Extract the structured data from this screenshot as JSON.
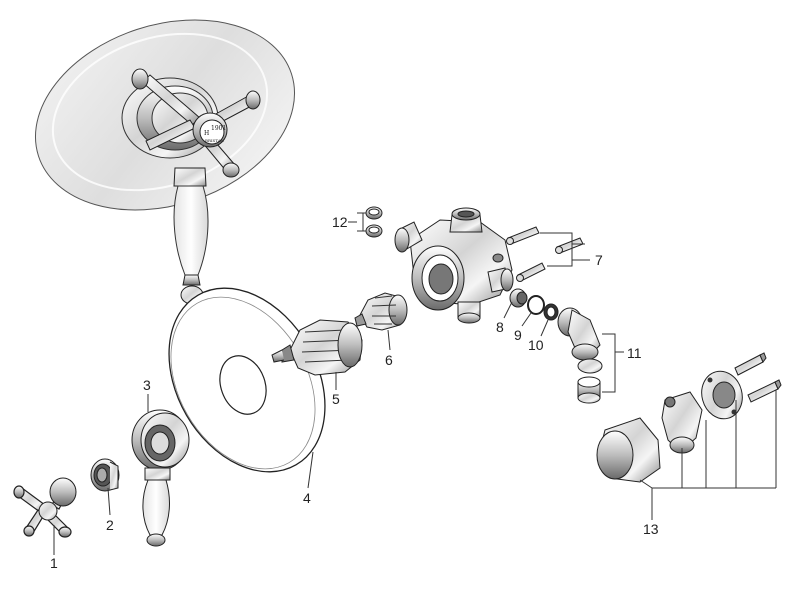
{
  "colors": {
    "outline": "#222222",
    "chrome_light": "#f2f2f2",
    "chrome_mid": "#c8c8c8",
    "chrome_dark": "#6e6e6e",
    "ceramic": "#f7f7f7"
  },
  "handle_index": {
    "hot_mark": "H",
    "brand_top": "1901",
    "brand_bottom": "BRISTAN"
  },
  "callouts": [
    {
      "id": "1",
      "label": "1"
    },
    {
      "id": "2",
      "label": "2"
    },
    {
      "id": "3",
      "label": "3"
    },
    {
      "id": "4",
      "label": "4"
    },
    {
      "id": "5",
      "label": "5"
    },
    {
      "id": "6",
      "label": "6"
    },
    {
      "id": "7",
      "label": "7"
    },
    {
      "id": "8",
      "label": "8"
    },
    {
      "id": "9",
      "label": "9"
    },
    {
      "id": "10",
      "label": "10"
    },
    {
      "id": "11",
      "label": "11"
    },
    {
      "id": "12",
      "label": "12"
    },
    {
      "id": "13",
      "label": "13"
    }
  ]
}
